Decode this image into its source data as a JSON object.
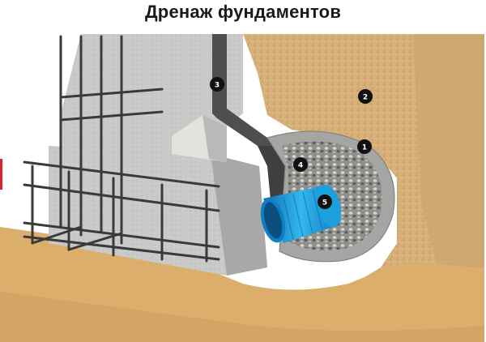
{
  "title": "Дренаж фундаментов",
  "markers": [
    {
      "label": "1"
    },
    {
      "label": "2"
    },
    {
      "label": "3"
    },
    {
      "label": "4"
    },
    {
      "label": "5"
    }
  ],
  "colors": {
    "soil": "#d9b57c",
    "concrete": "#c7c8c5",
    "membrane": "#4f4f4f",
    "gravel": "#9a9a98",
    "pipe": "#1fa3dd",
    "rebar": "#3a3a3a",
    "sand_bed": "#dcae6c",
    "marker_bg": "#111111",
    "accent": "#d8242c"
  },
  "icons": {
    "markers": "numbered-callout-circle"
  }
}
